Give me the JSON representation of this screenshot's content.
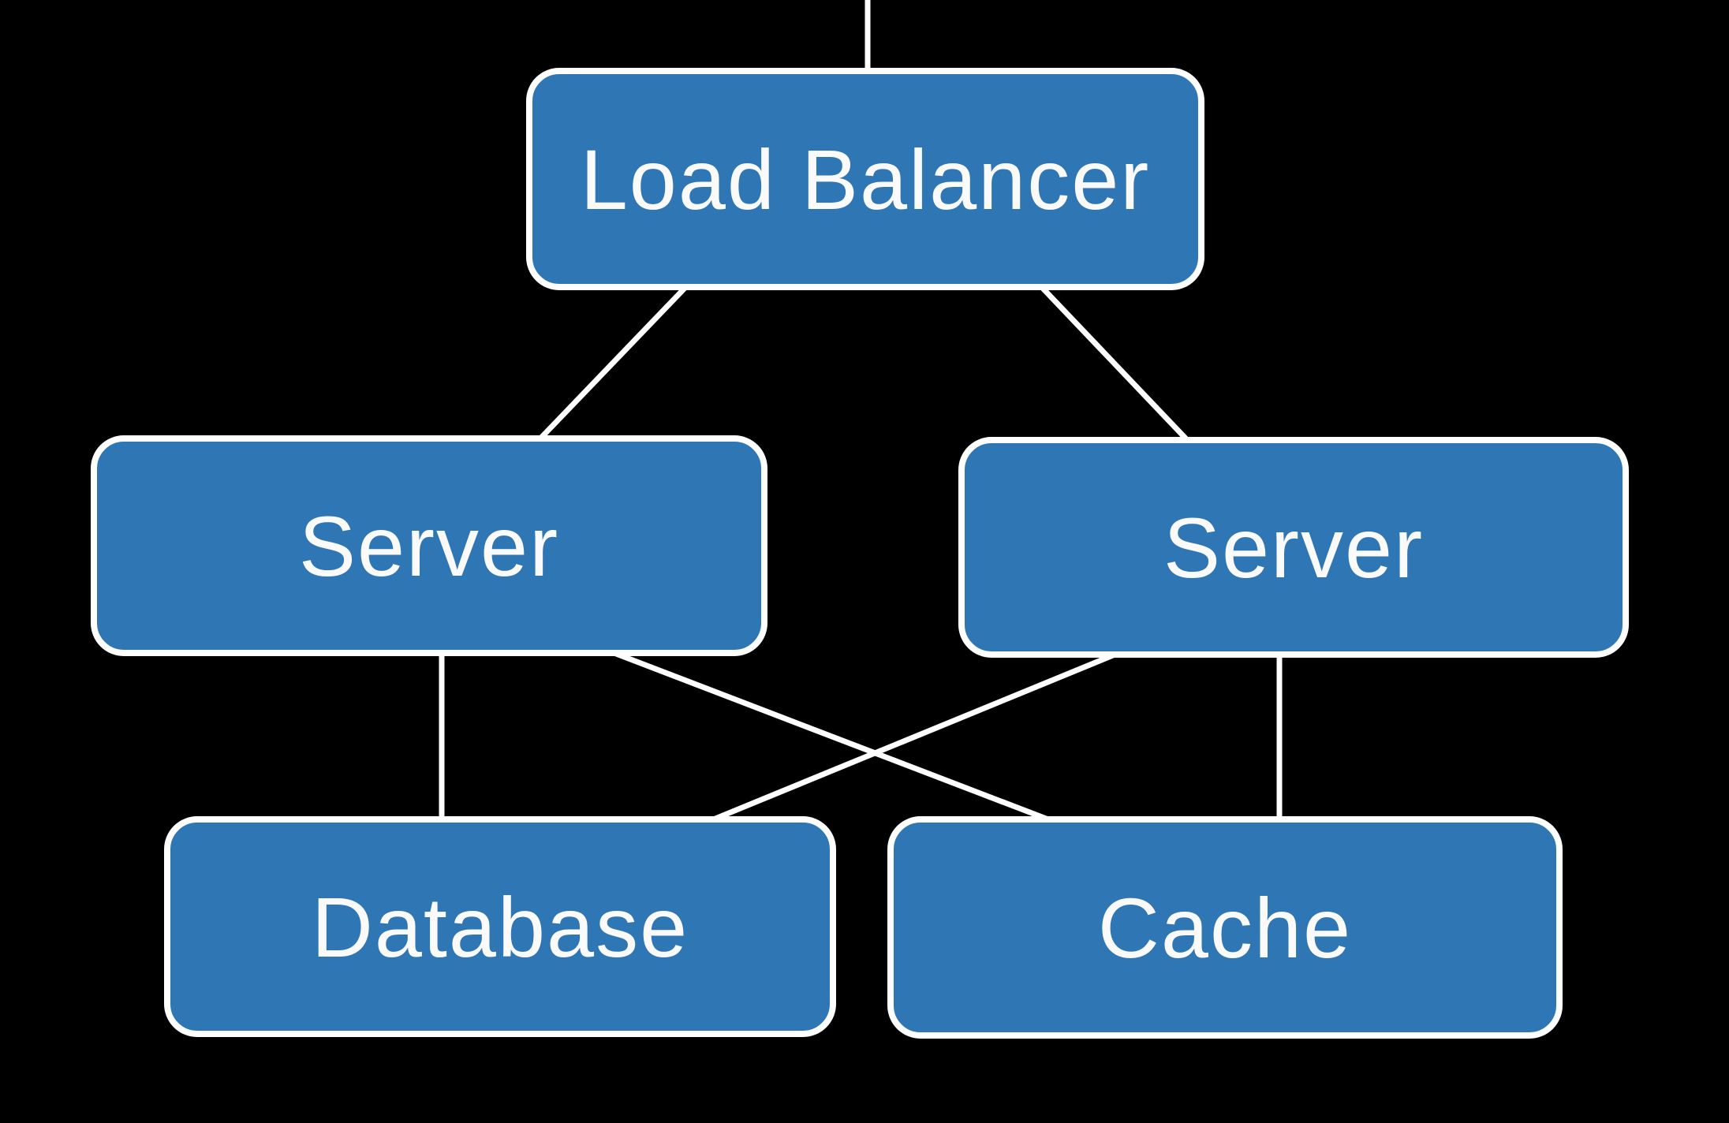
{
  "diagram": {
    "type": "architecture-flowchart",
    "background_color": "#000000",
    "node_style": {
      "fill": "#2f76b5",
      "border": "#ffffff",
      "text_color": "#fafafa"
    },
    "edge_color": "#ffffff",
    "nodes": [
      {
        "id": "load-balancer",
        "label": "Load Balancer"
      },
      {
        "id": "server-left",
        "label": "Server"
      },
      {
        "id": "server-right",
        "label": "Server"
      },
      {
        "id": "database",
        "label": "Database"
      },
      {
        "id": "cache",
        "label": "Cache"
      }
    ],
    "edges": [
      {
        "from": "offscreen-top",
        "to": "load-balancer"
      },
      {
        "from": "load-balancer",
        "to": "server-left"
      },
      {
        "from": "load-balancer",
        "to": "server-right"
      },
      {
        "from": "server-left",
        "to": "database"
      },
      {
        "from": "server-left",
        "to": "cache"
      },
      {
        "from": "server-right",
        "to": "database"
      },
      {
        "from": "server-right",
        "to": "cache"
      }
    ]
  }
}
